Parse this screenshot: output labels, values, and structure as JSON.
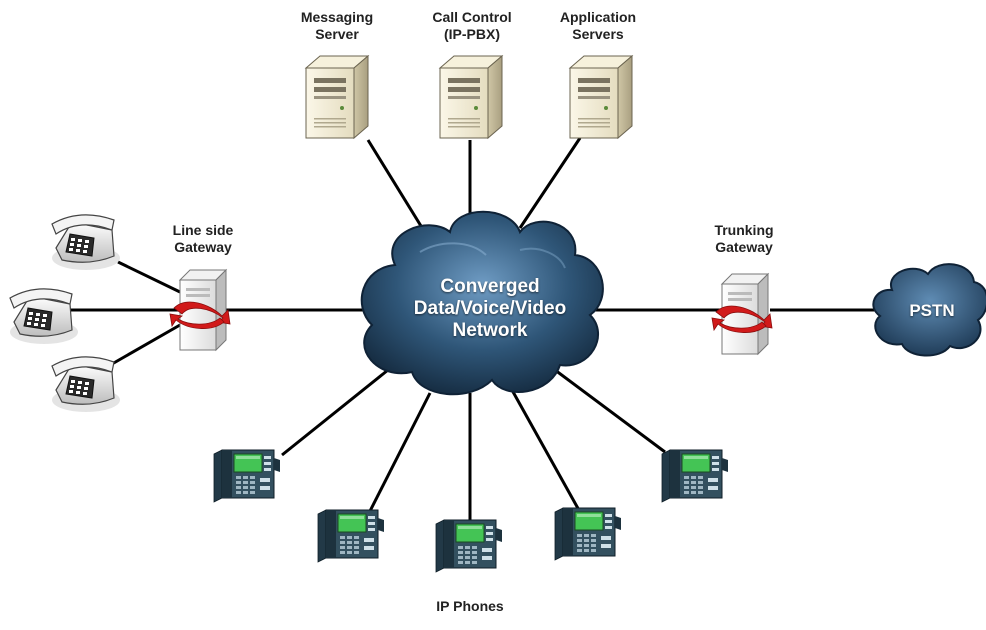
{
  "labels": {
    "messaging_server": [
      "Messaging",
      "Server"
    ],
    "call_control": [
      "Call Control",
      "(IP-PBX)"
    ],
    "application_servers": [
      "Application",
      "Servers"
    ],
    "line_side_gateway": [
      "Line side",
      "Gateway"
    ],
    "trunking_gateway": [
      "Trunking",
      "Gateway"
    ],
    "network": [
      "Converged",
      "Data/Voice/Video",
      "Network"
    ],
    "pstn": "PSTN",
    "ip_phones": "IP Phones"
  },
  "colors": {
    "cloud_dark": "#1a3550",
    "cloud_light": "#6f9cc4",
    "server_body": "#efe8d0",
    "gateway_accent": "#d11a1a",
    "phone_screen": "#3fbf4f",
    "phone_body": "#2f4b5c",
    "line": "#000000"
  },
  "icons": {
    "servers": "server-tower-icon",
    "gateways": "gateway-icon",
    "analog_phones": "analog-phone-icon",
    "ip_phones": "ip-phone-icon",
    "cloud": "cloud-icon"
  }
}
